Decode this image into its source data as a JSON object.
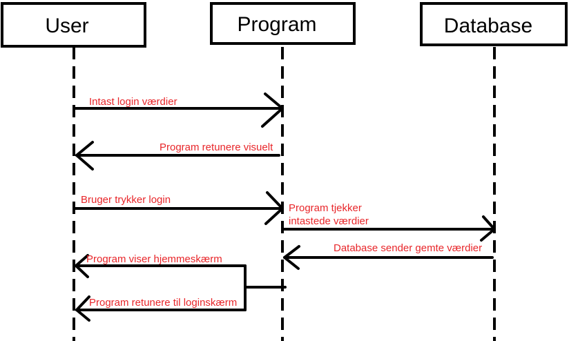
{
  "actors": {
    "user": "User",
    "program": "Program",
    "database": "Database"
  },
  "messages": {
    "m1": "Intast login værdier",
    "m2": "Program retunere visuelt",
    "m3": "Bruger trykker login",
    "m4_line1": "Program tjekker",
    "m4_line2": "intastede værdier",
    "m5": "Database sender gemte værdier",
    "m6": "Program viser hjemmeskærm",
    "m7": "Program retunere til loginskærm"
  },
  "colors": {
    "label": "#e8262a",
    "line": "#000000"
  }
}
